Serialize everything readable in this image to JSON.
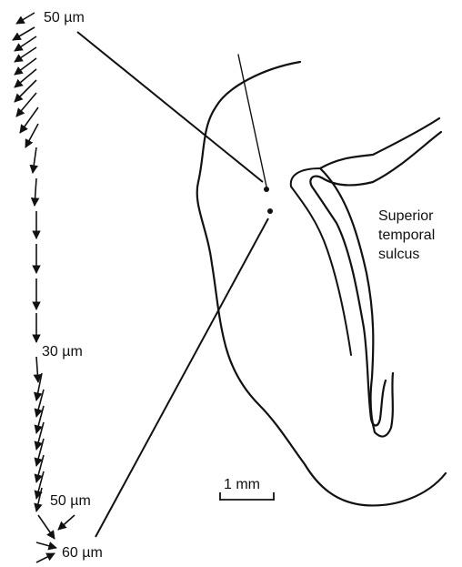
{
  "labels": {
    "top_scale": "50 µm",
    "mid_scale": "30 µm",
    "lower_scale": "50 µm",
    "bottom_scale": "60 µm",
    "sulcus_line1": "Superior",
    "sulcus_line2": "temporal",
    "sulcus_line3": "sulcus",
    "scale_bar": "1 mm"
  },
  "colors": {
    "ink": "#111111",
    "background": "#ffffff"
  }
}
